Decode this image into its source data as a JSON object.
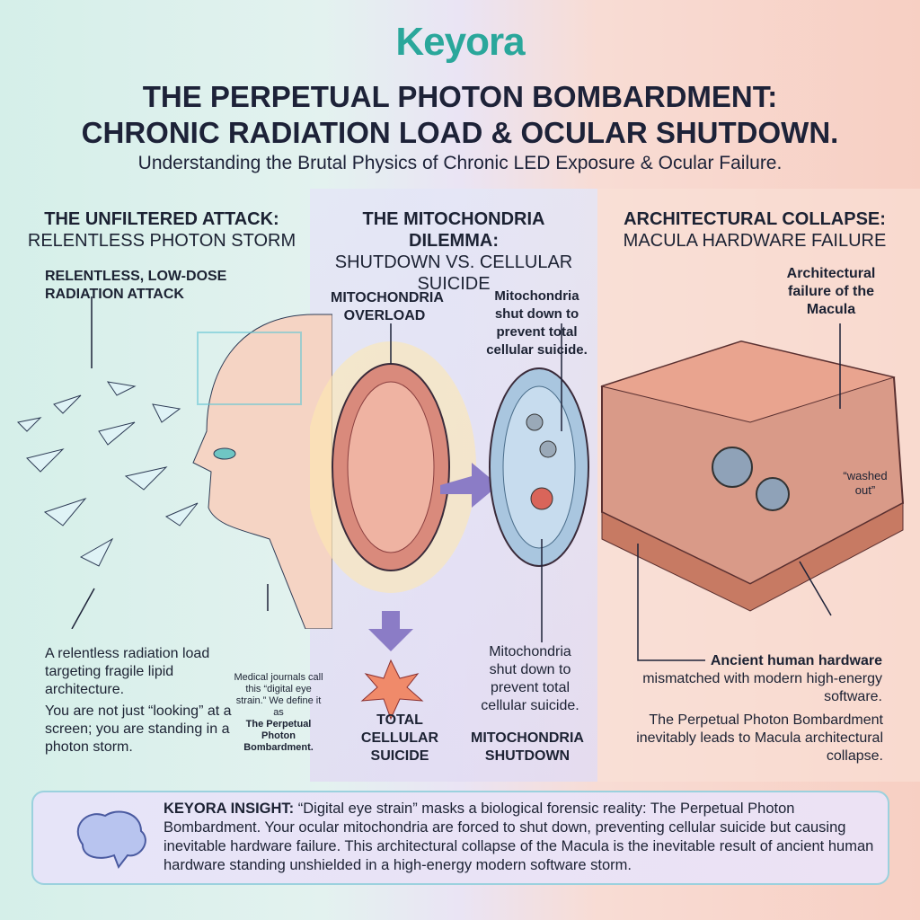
{
  "brand": {
    "logo": "Keyora",
    "accent": "#2aa79b"
  },
  "header": {
    "title_line1": "THE PERPETUAL PHOTON BOMBARDMENT:",
    "title_line2": "CHRONIC RADIATION LOAD & OCULAR SHUTDOWN.",
    "subtitle": "Understanding the Brutal Physics of Chronic LED Exposure & Ocular Failure."
  },
  "left": {
    "heading": "THE UNFILTERED ATTACK:",
    "subheading": "RELENTLESS PHOTON STORM",
    "callout": "RELENTLESS, LOW-DOSE RADIATION ATTACK",
    "text1": "A relentless radiation load targeting fragile lipid architecture.",
    "text2": "You are not just “looking” at a screen; you are standing in a photon storm.",
    "side_note": "Medical journals call this “digital eye strain.” We define it as",
    "side_note_bold": "The Perpetual Photon Bombardment."
  },
  "middle": {
    "heading": "THE MITOCHONDRIA DILEMMA:",
    "subheading": "SHUTDOWN VS. CELLULAR SUICIDE",
    "overload_label": "MITOCHONDRIA OVERLOAD",
    "shutdown_callout": "Mitochondria shut down to prevent total cellular suicide.",
    "suicide_label": "TOTAL CELLULAR SUICIDE",
    "shutdown_text": "Mitochondria shut down to prevent total cellular suicide.",
    "shutdown_label": "MITOCHONDRIA SHUTDOWN"
  },
  "right": {
    "heading": "ARCHITECTURAL COLLAPSE:",
    "subheading": "MACULA HARDWARE FAILURE",
    "macula_callout": "Architectural failure of the Macula",
    "washed_out": "“washed out”",
    "hardware_bold": "Ancient human hardware",
    "hardware_text": "mismatched with modern high-energy software.",
    "conclusion": "The Perpetual Photon Bombardment inevitably leads to Macula architectural collapse."
  },
  "insight": {
    "label": "KEYORA INSIGHT:",
    "text": "“Digital eye strain” masks a biological forensic reality: The Perpetual Photon Bombardment. Your ocular mitochondria are forced to shut down, preventing cellular suicide but causing inevitable hardware failure. This architectural collapse of the Macula is the inevitable result of ancient human hardware standing unshielded in a high-energy modern software storm."
  }
}
